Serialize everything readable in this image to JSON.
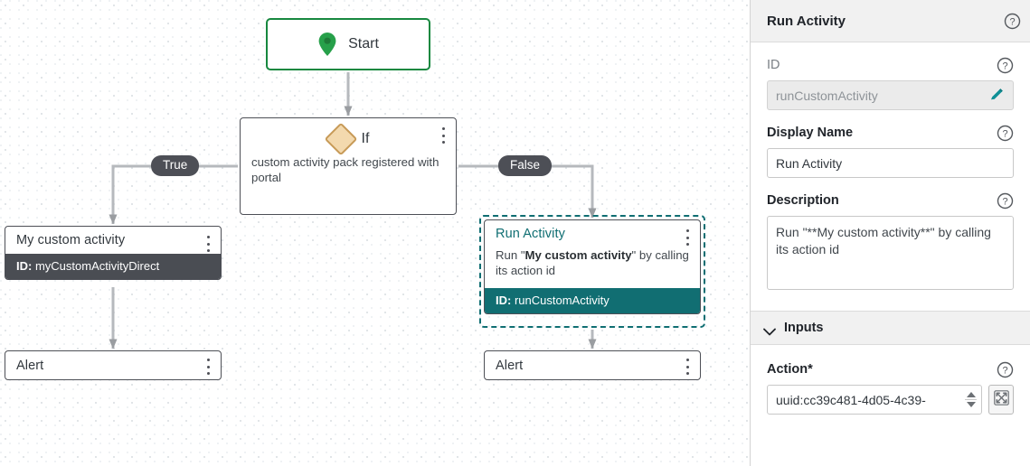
{
  "canvas": {
    "nodes": {
      "start": {
        "label": "Start",
        "icon": "map-pin-icon"
      },
      "if": {
        "title": "If",
        "body": "custom activity pack registered with portal",
        "icon": "diamond-icon"
      },
      "custom": {
        "title": "My custom activity",
        "id_key": "ID:",
        "id_value": "myCustomActivityDirect"
      },
      "run": {
        "title": "Run Activity",
        "body_pre": "Run \"",
        "body_bold": "My custom activity",
        "body_post": "\" by calling its action id",
        "id_key": "ID:",
        "id_value": "runCustomActivity",
        "selected": true
      },
      "alert_left": {
        "title": "Alert"
      },
      "alert_right": {
        "title": "Alert"
      }
    },
    "branch_labels": {
      "true": "True",
      "false": "False"
    },
    "colors": {
      "start_border": "#17883f",
      "selection": "#0f6e72",
      "id_bar": "#4a4d53",
      "id_bar_selected": "#116e72",
      "pill": "#4d4f56",
      "diamond_fill": "#f3d9ae",
      "diamond_border": "#c79a57"
    }
  },
  "panel": {
    "header": {
      "title": "Run Activity",
      "help_icon": "help-circle-icon"
    },
    "fields": {
      "id": {
        "label": "ID",
        "value": "runCustomActivity",
        "disabled": true,
        "edit_icon": "pencil-icon",
        "help_icon": "help-circle-icon"
      },
      "display_name": {
        "label": "Display Name",
        "value": "Run Activity",
        "help_icon": "help-circle-icon"
      },
      "description": {
        "label": "Description",
        "value": "Run \"**My custom activity**\" by calling its action id",
        "help_icon": "help-circle-icon"
      }
    },
    "inputs_section": {
      "label": "Inputs",
      "chevron_icon": "chevron-down-icon",
      "expanded": true
    },
    "action": {
      "label": "Action",
      "required_mark": "*",
      "value": "uuid:cc39c481-4d05-4c39-",
      "help_icon": "help-circle-icon",
      "spinner_icon": "spinner-updown-icon",
      "picker_icon": "expand-arrows-icon"
    }
  }
}
